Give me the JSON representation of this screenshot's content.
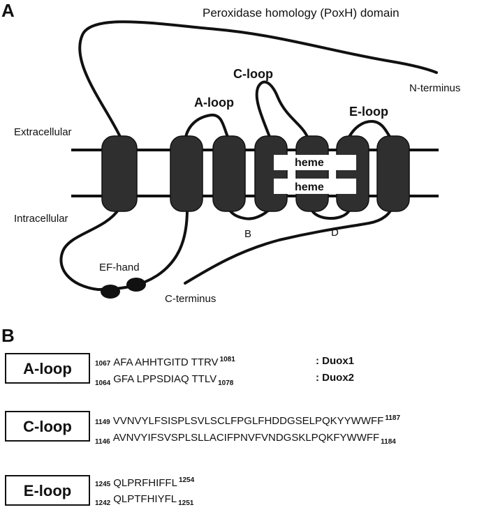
{
  "panel_a": {
    "label": "A",
    "title": "Peroxidase homology (PoxH) domain",
    "n_terminus": "N-terminus",
    "c_terminus": "C-terminus",
    "extracellular": "Extracellular",
    "intracellular": "Intracellular",
    "a_loop": "A-loop",
    "c_loop": "C-loop",
    "e_loop": "E-loop",
    "b": "B",
    "d": "D",
    "heme_upper": "heme",
    "heme_lower": "heme",
    "ef_hand": "EF-hand"
  },
  "panel_b": {
    "label": "B",
    "species": {
      "duox1": ": Duox1",
      "duox2": ": Duox2"
    },
    "loops": [
      {
        "name": "A-loop",
        "duox1": {
          "start": "1067",
          "seq": "AFA AHHTGITD TTRV",
          "end": "1081"
        },
        "duox2": {
          "start": "1064",
          "seq": "GFA LPPSDIAQ TTLV",
          "end": "1078"
        }
      },
      {
        "name": "C-loop",
        "duox1": {
          "start": "1149",
          "seq": "VVNVYLFSISPLSVLSCLFPGLFHDDGSELPQKYYWWFF",
          "end": "1187"
        },
        "duox2": {
          "start": "1146",
          "seq": "AVNVYIFSVSPLSLLACIFPNVFVNDGSKLPQKFYWWFF",
          "end": "1184"
        }
      },
      {
        "name": "E-loop",
        "duox1": {
          "start": "1245",
          "seq": "QLPRFHIFFL",
          "end": "1254"
        },
        "duox2": {
          "start": "1242",
          "seq": "QLPTFHIYFL",
          "end": "1251"
        }
      }
    ]
  }
}
